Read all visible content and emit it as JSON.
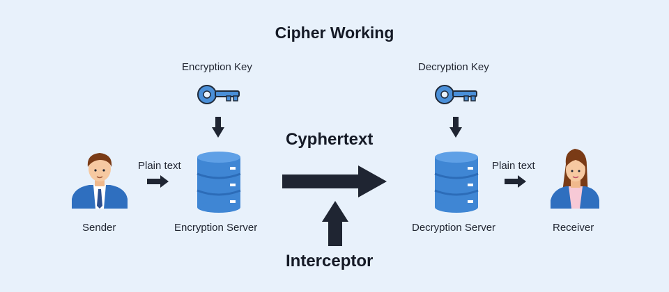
{
  "title": "Cipher Working",
  "sender": {
    "label": "Sender"
  },
  "receiver": {
    "label": "Receiver"
  },
  "encryption_key": {
    "label": "Encryption Key",
    "icon": "key-icon"
  },
  "decryption_key": {
    "label": "Decryption Key",
    "icon": "key-icon"
  },
  "encryption_server": {
    "label": "Encryption Server",
    "icon": "database-server-icon"
  },
  "decryption_server": {
    "label": "Decryption Server",
    "icon": "database-server-icon"
  },
  "plain_text_left": "Plain text",
  "plain_text_right": "Plain text",
  "cyphertext": "Cyphertext",
  "interceptor": "Interceptor",
  "colors": {
    "background": "#e8f1fb",
    "server_blue": "#3f86d4",
    "server_dark": "#2c6cb8",
    "key_blue": "#4a8fd8",
    "arrow": "#1f2532"
  }
}
